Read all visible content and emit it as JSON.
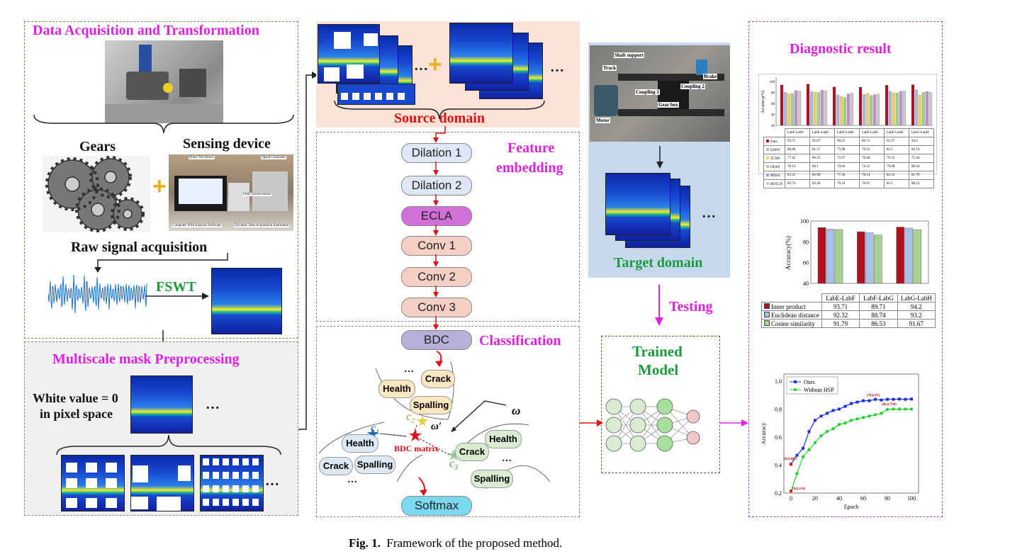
{
  "left_panel": {
    "title": "Data Acquisition and Transformation",
    "gears_label": "Gears",
    "sensing_label": "Sensing device",
    "sensing_photo_labels": [
      "Rotor Test Bench",
      "Speed Controller",
      "Eddy current sensor",
      "Computer With Analysis Software",
      "Dynamic Data Acquisition Instrument"
    ],
    "raw_signal_label": "Raw signal acquisition",
    "fswt_label": "FSWT"
  },
  "mask_panel": {
    "title": "Multiscale mask Preprocessing",
    "white_value_line1": "White value = 0",
    "white_value_line2": "in pixel space",
    "ellipsis": "…"
  },
  "source": {
    "label": "Source domain",
    "ellipsis": "…"
  },
  "feature": {
    "title_line1": "Feature",
    "title_line2": "embedding",
    "nodes": [
      {
        "label": "Dilation 1",
        "color": "#dfe6f5"
      },
      {
        "label": "Dilation 2",
        "color": "#dfe6f5"
      },
      {
        "label": "ECLA",
        "color": "#d070d8"
      },
      {
        "label": "Conv 1",
        "color": "#f6cfc4"
      },
      {
        "label": "Conv 2",
        "color": "#f6cfc4"
      },
      {
        "label": "Conv 3",
        "color": "#f6cfc4"
      }
    ]
  },
  "classification": {
    "title": "Classification",
    "bdc": "BDC",
    "bdc_matrix": "BDC matrix",
    "softmax": "Softmax",
    "omega": "ω",
    "omega_prime": "ω′",
    "c1": "c",
    "c1_sub": "1",
    "c2": "c",
    "c2_sub": "2",
    "c3": "c",
    "c3_sub": "3",
    "cluster_top": [
      "Crack",
      "Health",
      "Spalling"
    ],
    "cluster_left": [
      "Health",
      "Crack",
      "Spalling"
    ],
    "cluster_right": [
      "Health",
      "Crack",
      "Spalling"
    ],
    "ellipsis": "…"
  },
  "target": {
    "photo_labels": [
      "Shaft support",
      "Truck",
      "Coupling 1",
      "Coupling 2",
      "Brake",
      "Gear box",
      "Motor"
    ],
    "label": "Target domain",
    "testing": "Testing",
    "ellipsis": "…"
  },
  "model": {
    "line1": "Trained",
    "line2": "Model"
  },
  "result": {
    "title": "Diagnostic result",
    "table1": {
      "headers": [
        "LabF-LabF",
        "LabE-LabG",
        "LabF-LabH",
        "LabF-LabG",
        "LabF-LabH",
        "LabG-LabH"
      ],
      "rows": [
        {
          "name": "Ours",
          "color": "#b01020",
          "values": [
            "93.71",
            "95.07",
            "90.25",
            "89.71",
            "93.37",
            "94.2"
          ]
        },
        {
          "name": "EAPN",
          "color": "#a8b8e0",
          "values": [
            "80.40",
            "81.37",
            "75.98",
            "76.32",
            "82.1",
            "84.74"
          ]
        },
        {
          "name": "TCNN",
          "color": "#f0d060",
          "values": [
            "77.42",
            "80.53",
            "72.97",
            "78.40",
            "79.33",
            "75.44"
          ]
        },
        {
          "name": "FRAN",
          "color": "#a0d090",
          "values": [
            "78.14",
            "80.1",
            "70.94",
            "74.31",
            "79.08",
            "80.44"
          ]
        },
        {
          "name": "MSSA",
          "color": "#c090d0",
          "values": [
            "83.41",
            "83.99",
            "77.36",
            "76.14",
            "82.33",
            "81.79"
          ]
        },
        {
          "name": "MSTLN",
          "color": "#c8c8c8",
          "values": [
            "82.74",
            "83.29",
            "79.24",
            "76.91",
            "83.1",
            "80.23"
          ]
        }
      ],
      "ylabel": "Accuracy(%)",
      "yticks": [
        "100",
        "80",
        "60",
        "40",
        "20"
      ]
    },
    "table2": {
      "headers": [
        "LabE-LabF",
        "LabF-LabG",
        "LabG-LabH"
      ],
      "rows": [
        {
          "name": "Inner product",
          "color": "#b01020",
          "values": [
            "93.71",
            "89.71",
            "94.2"
          ]
        },
        {
          "name": "Euclidean distance",
          "color": "#a8c0e8",
          "values": [
            "92.32",
            "88.74",
            "93.2"
          ]
        },
        {
          "name": "Cosine similarity",
          "color": "#a8d090",
          "values": [
            "91.79",
            "86.53",
            "91.67"
          ]
        }
      ],
      "ylabel": "Accuracy(%)",
      "yticks": [
        "100",
        "80",
        "60",
        "40"
      ]
    },
    "line_chart": {
      "xlabel": "Epoch",
      "ylabel": "Accuracy",
      "legend": [
        "Ours",
        "Without HSP"
      ],
      "xticks": [
        "0",
        "20",
        "40",
        "60",
        "80",
        "100"
      ],
      "yticks": [
        "0.2",
        "0.4",
        "0.6",
        "0.8",
        "1.0"
      ],
      "annotations": [
        "(70,0.87)",
        "(80,0.798)",
        "(0,0.407)",
        "(0,0.214)"
      ],
      "ours": [
        [
          0,
          0.407
        ],
        [
          5,
          0.47
        ],
        [
          10,
          0.52
        ],
        [
          15,
          0.64
        ],
        [
          20,
          0.72
        ],
        [
          25,
          0.75
        ],
        [
          30,
          0.77
        ],
        [
          35,
          0.79
        ],
        [
          40,
          0.8
        ],
        [
          45,
          0.82
        ],
        [
          50,
          0.84
        ],
        [
          55,
          0.85
        ],
        [
          60,
          0.86
        ],
        [
          65,
          0.86
        ],
        [
          70,
          0.87
        ],
        [
          75,
          0.865
        ],
        [
          80,
          0.87
        ],
        [
          85,
          0.87
        ],
        [
          90,
          0.872
        ],
        [
          95,
          0.87
        ],
        [
          100,
          0.872
        ]
      ],
      "without": [
        [
          0,
          0.214
        ],
        [
          5,
          0.34
        ],
        [
          10,
          0.46
        ],
        [
          15,
          0.51
        ],
        [
          20,
          0.56
        ],
        [
          25,
          0.61
        ],
        [
          30,
          0.64
        ],
        [
          35,
          0.66
        ],
        [
          40,
          0.69
        ],
        [
          45,
          0.7
        ],
        [
          50,
          0.72
        ],
        [
          55,
          0.73
        ],
        [
          60,
          0.74
        ],
        [
          65,
          0.75
        ],
        [
          70,
          0.76
        ],
        [
          75,
          0.77
        ],
        [
          80,
          0.798
        ],
        [
          85,
          0.8
        ],
        [
          90,
          0.8
        ],
        [
          95,
          0.8
        ],
        [
          100,
          0.8
        ]
      ]
    }
  },
  "caption": {
    "fig": "Fig. 1.",
    "text": "Framework of the proposed method."
  }
}
